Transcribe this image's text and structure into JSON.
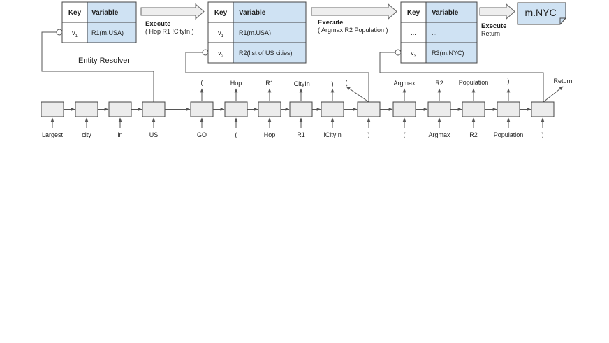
{
  "tables": [
    {
      "header": {
        "key": "Key",
        "variable": "Variable"
      },
      "rows": [
        {
          "key": "v",
          "sub": "1",
          "value": "R1(m.USA)"
        }
      ]
    },
    {
      "header": {
        "key": "Key",
        "variable": "Variable"
      },
      "rows": [
        {
          "key": "v",
          "sub": "1",
          "value": "R1(m.USA)"
        },
        {
          "key": "v",
          "sub": "2",
          "value": "R2(list of US cities)"
        }
      ]
    },
    {
      "header": {
        "key": "Key",
        "variable": "Variable"
      },
      "rows": [
        {
          "key": "...",
          "sub": "",
          "value": "..."
        },
        {
          "key": "v",
          "sub": "3",
          "value": "R3(m.NYC)"
        }
      ]
    }
  ],
  "executes": [
    {
      "title": "Execute",
      "detail": "( Hop R1 !CityIn )"
    },
    {
      "title": "Execute",
      "detail": "( Argmax R2 Population )"
    },
    {
      "title": "Execute",
      "detail": "Return"
    }
  ],
  "entity_resolver": "Entity Resolver",
  "result": "m.NYC",
  "inputs": [
    "Largest",
    "city",
    "in",
    "US",
    "GO",
    "(",
    "Hop",
    "R1",
    "!CityIn",
    ")",
    "(",
    "Argmax",
    "R2",
    "Population",
    ")"
  ],
  "outputs": [
    "(",
    "Hop",
    "R1",
    "!CityIn",
    ")",
    "(",
    "Argmax",
    "R2",
    "Population",
    ")",
    "Return"
  ],
  "colors": {
    "cell_fill": "#ececec",
    "variable_fill": "#cfe2f3",
    "border": "#444444",
    "arrow": "#555555"
  }
}
